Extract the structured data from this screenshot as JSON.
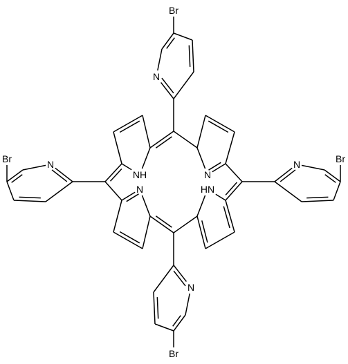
{
  "structure": {
    "atoms": [
      {
        "id": "Ca1",
        "element": "C"
      },
      {
        "id": "Cb1",
        "element": "C"
      },
      {
        "id": "Cb2",
        "element": "C"
      },
      {
        "id": "Ca2",
        "element": "C"
      },
      {
        "id": "N1",
        "element": "N",
        "label": "NH"
      },
      {
        "id": "Ca3",
        "element": "C"
      },
      {
        "id": "Cb3",
        "element": "C"
      },
      {
        "id": "Cb4",
        "element": "C"
      },
      {
        "id": "Ca4",
        "element": "C"
      },
      {
        "id": "N2",
        "element": "N",
        "label": "N"
      },
      {
        "id": "Ca5",
        "element": "C"
      },
      {
        "id": "Cb5",
        "element": "C"
      },
      {
        "id": "Cb6",
        "element": "C"
      },
      {
        "id": "Ca6",
        "element": "C"
      },
      {
        "id": "N3",
        "element": "N",
        "label": "HN"
      },
      {
        "id": "Ca7",
        "element": "C"
      },
      {
        "id": "Cb7",
        "element": "C"
      },
      {
        "id": "Cb8",
        "element": "C"
      },
      {
        "id": "Ca8",
        "element": "C"
      },
      {
        "id": "N4",
        "element": "N",
        "label": "N"
      },
      {
        "id": "Mtop",
        "element": "C"
      },
      {
        "id": "Mright",
        "element": "C"
      },
      {
        "id": "Mbot",
        "element": "C"
      },
      {
        "id": "Mleft",
        "element": "C"
      },
      {
        "id": "PT1",
        "element": "C"
      },
      {
        "id": "PT2",
        "element": "C"
      },
      {
        "id": "PT3",
        "element": "C"
      },
      {
        "id": "PT4",
        "element": "C"
      },
      {
        "id": "PT5",
        "element": "C"
      },
      {
        "id": "PTN",
        "element": "N",
        "label": "N"
      },
      {
        "id": "PTBr",
        "element": "Br",
        "label": "Br"
      },
      {
        "id": "PR1",
        "element": "C"
      },
      {
        "id": "PR2",
        "element": "C"
      },
      {
        "id": "PR3",
        "element": "C"
      },
      {
        "id": "PR4",
        "element": "C"
      },
      {
        "id": "PR5",
        "element": "C"
      },
      {
        "id": "PRN",
        "element": "N",
        "label": "N"
      },
      {
        "id": "PRBr",
        "element": "Br",
        "label": "Br"
      },
      {
        "id": "PB1",
        "element": "C"
      },
      {
        "id": "PB2",
        "element": "C"
      },
      {
        "id": "PB3",
        "element": "C"
      },
      {
        "id": "PB4",
        "element": "C"
      },
      {
        "id": "PB5",
        "element": "C"
      },
      {
        "id": "PBN",
        "element": "N",
        "label": "N"
      },
      {
        "id": "PBBr",
        "element": "Br",
        "label": "Br"
      },
      {
        "id": "PL1",
        "element": "C"
      },
      {
        "id": "PL2",
        "element": "C"
      },
      {
        "id": "PL3",
        "element": "C"
      },
      {
        "id": "PL4",
        "element": "C"
      },
      {
        "id": "PL5",
        "element": "C"
      },
      {
        "id": "PLN",
        "element": "N",
        "label": "N"
      },
      {
        "id": "PLBr",
        "element": "Br",
        "label": "Br"
      }
    ],
    "bonds": [
      {
        "a": "Ca1",
        "b": "Cb1",
        "order": 1
      },
      {
        "a": "Cb1",
        "b": "Cb2",
        "order": 2
      },
      {
        "a": "Cb2",
        "b": "Ca2",
        "order": 1
      },
      {
        "a": "Ca2",
        "b": "N1",
        "order": 1
      },
      {
        "a": "N1",
        "b": "Ca1",
        "order": 1
      },
      {
        "a": "Ca3",
        "b": "Cb3",
        "order": 1
      },
      {
        "a": "Cb3",
        "b": "Cb4",
        "order": 2
      },
      {
        "a": "Cb4",
        "b": "Ca4",
        "order": 1
      },
      {
        "a": "Ca4",
        "b": "N2",
        "order": 2
      },
      {
        "a": "N2",
        "b": "Ca3",
        "order": 1
      },
      {
        "a": "Ca5",
        "b": "Cb5",
        "order": 2
      },
      {
        "a": "Cb5",
        "b": "Cb6",
        "order": 1
      },
      {
        "a": "Cb6",
        "b": "Ca6",
        "order": 2
      },
      {
        "a": "Ca6",
        "b": "N3",
        "order": 1
      },
      {
        "a": "N3",
        "b": "Ca5",
        "order": 1
      },
      {
        "a": "Ca7",
        "b": "Cb7",
        "order": 1
      },
      {
        "a": "Cb7",
        "b": "Cb8",
        "order": 2
      },
      {
        "a": "Cb8",
        "b": "Ca8",
        "order": 1
      },
      {
        "a": "Ca8",
        "b": "N4",
        "order": 2
      },
      {
        "a": "N4",
        "b": "Ca7",
        "order": 1
      },
      {
        "a": "Ca2",
        "b": "Mtop",
        "order": 2
      },
      {
        "a": "Mtop",
        "b": "Ca3",
        "order": 1
      },
      {
        "a": "Ca4",
        "b": "Mright",
        "order": 1
      },
      {
        "a": "Mright",
        "b": "Ca5",
        "order": 2
      },
      {
        "a": "Ca6",
        "b": "Mbot",
        "order": 1
      },
      {
        "a": "Mbot",
        "b": "Ca7",
        "order": 2
      },
      {
        "a": "Ca8",
        "b": "Mleft",
        "order": 1
      },
      {
        "a": "Mleft",
        "b": "Ca1",
        "order": 2
      },
      {
        "a": "Mtop",
        "b": "PT1",
        "order": 1
      },
      {
        "a": "PT1",
        "b": "PTN",
        "order": 2
      },
      {
        "a": "PTN",
        "b": "PT2",
        "order": 1
      },
      {
        "a": "PT2",
        "b": "PT3",
        "order": 2
      },
      {
        "a": "PT3",
        "b": "PT4",
        "order": 1
      },
      {
        "a": "PT4",
        "b": "PT5",
        "order": 2
      },
      {
        "a": "PT5",
        "b": "PT1",
        "order": 1
      },
      {
        "a": "PT3",
        "b": "PTBr",
        "order": 1
      },
      {
        "a": "Mright",
        "b": "PR1",
        "order": 1
      },
      {
        "a": "PR1",
        "b": "PRN",
        "order": 2
      },
      {
        "a": "PRN",
        "b": "PR2",
        "order": 1
      },
      {
        "a": "PR2",
        "b": "PR3",
        "order": 2
      },
      {
        "a": "PR3",
        "b": "PR4",
        "order": 1
      },
      {
        "a": "PR4",
        "b": "PR5",
        "order": 2
      },
      {
        "a": "PR5",
        "b": "PR1",
        "order": 1
      },
      {
        "a": "PR3",
        "b": "PRBr",
        "order": 1
      },
      {
        "a": "Mbot",
        "b": "PB1",
        "order": 1
      },
      {
        "a": "PB1",
        "b": "PBN",
        "order": 2
      },
      {
        "a": "PBN",
        "b": "PB2",
        "order": 1
      },
      {
        "a": "PB2",
        "b": "PB3",
        "order": 2
      },
      {
        "a": "PB3",
        "b": "PB4",
        "order": 1
      },
      {
        "a": "PB4",
        "b": "PB5",
        "order": 2
      },
      {
        "a": "PB5",
        "b": "PB1",
        "order": 1
      },
      {
        "a": "PB3",
        "b": "PBBr",
        "order": 1
      },
      {
        "a": "Mleft",
        "b": "PL1",
        "order": 1
      },
      {
        "a": "PL1",
        "b": "PLN",
        "order": 2
      },
      {
        "a": "PLN",
        "b": "PL2",
        "order": 1
      },
      {
        "a": "PL2",
        "b": "PL3",
        "order": 2
      },
      {
        "a": "PL3",
        "b": "PL4",
        "order": 1
      },
      {
        "a": "PL4",
        "b": "PL5",
        "order": 2
      },
      {
        "a": "PL5",
        "b": "PL1",
        "order": 1
      },
      {
        "a": "PL3",
        "b": "PLBr",
        "order": 1
      }
    ]
  }
}
